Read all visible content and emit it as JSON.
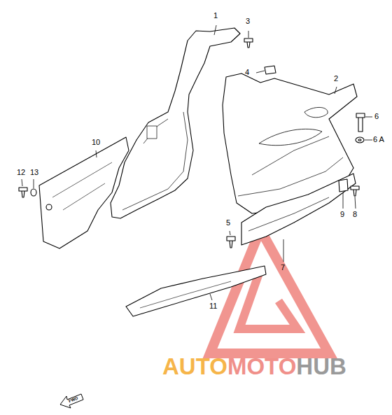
{
  "diagram": {
    "labels": [
      "1",
      "3",
      "4",
      "2",
      "6",
      "6 A",
      "10",
      "12",
      "13",
      "9",
      "8",
      "5",
      "7",
      "11",
      "AUTO",
      "MOTO",
      "HUB",
      "FWD"
    ]
  }
}
